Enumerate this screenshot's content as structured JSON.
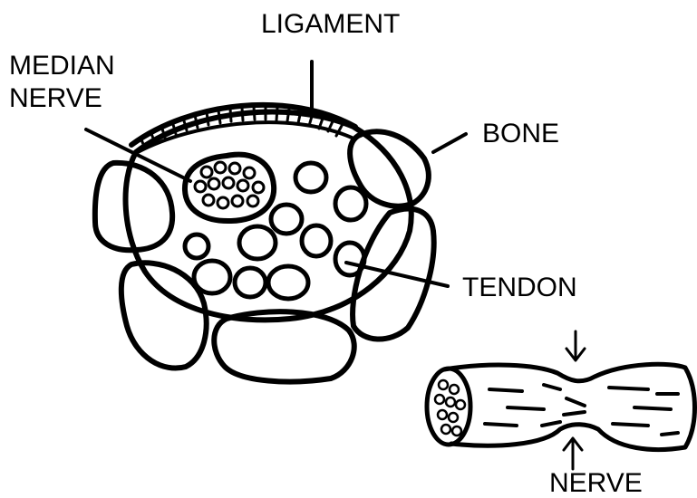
{
  "labels": {
    "ligament": "LIGAMENT",
    "median_nerve_line1": "MEDIAN",
    "median_nerve_line2": "NERVE",
    "bone": "BONE",
    "tendon": "TENDON",
    "nerve": "NERVE"
  },
  "colors": {
    "ink": "#000000",
    "background": "#ffffff"
  }
}
